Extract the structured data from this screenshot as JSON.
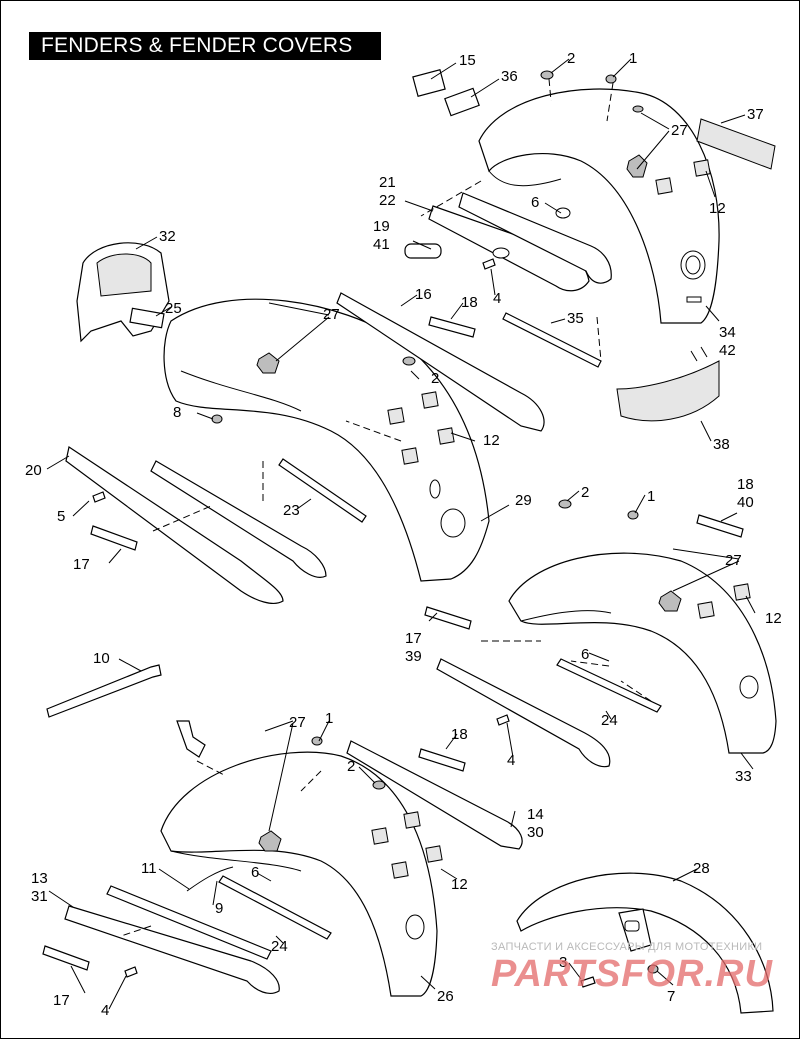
{
  "header": {
    "title": "FENDERS & FENDER COVERS"
  },
  "callouts": {
    "c1a": "1",
    "c2a": "2",
    "c15": "15",
    "c36": "36",
    "c27a": "27",
    "c37": "37",
    "c12a": "12",
    "c21": "21",
    "c22": "22",
    "c6a": "6",
    "c19": "19",
    "c41": "41",
    "c4a": "4",
    "c32": "32",
    "c25": "25",
    "c27b": "27",
    "c16": "16",
    "c18a": "18",
    "c35": "35",
    "c34": "34",
    "c42": "42",
    "c2b": "2",
    "c8": "8",
    "c12b": "12",
    "c38": "38",
    "c20": "20",
    "c5": "5",
    "c23": "23",
    "c29": "29",
    "c2c": "2",
    "c1b": "1",
    "c18b": "18",
    "c40": "40",
    "c17a": "17",
    "c27c": "27",
    "c12c": "12",
    "c17b": "17",
    "c39": "39",
    "c6b": "6",
    "c10": "10",
    "c24a": "24",
    "c4b": "4",
    "c33": "33",
    "c27d": "27",
    "c1c": "1",
    "c18c": "18",
    "c2d": "2",
    "c14": "14",
    "c30": "30",
    "c11": "11",
    "c12d": "12",
    "c13": "13",
    "c31": "31",
    "c9": "9",
    "c6c": "6",
    "c28": "28",
    "c24b": "24",
    "c17c": "17",
    "c4c": "4",
    "c3": "3",
    "c7": "7",
    "c26": "26"
  },
  "watermark": {
    "line1": "ЗАПЧАСТИ И АКСЕССУАРЫ ДЛЯ МОТОТЕХНИКИ",
    "brand": "PARTSFOR.RU"
  }
}
